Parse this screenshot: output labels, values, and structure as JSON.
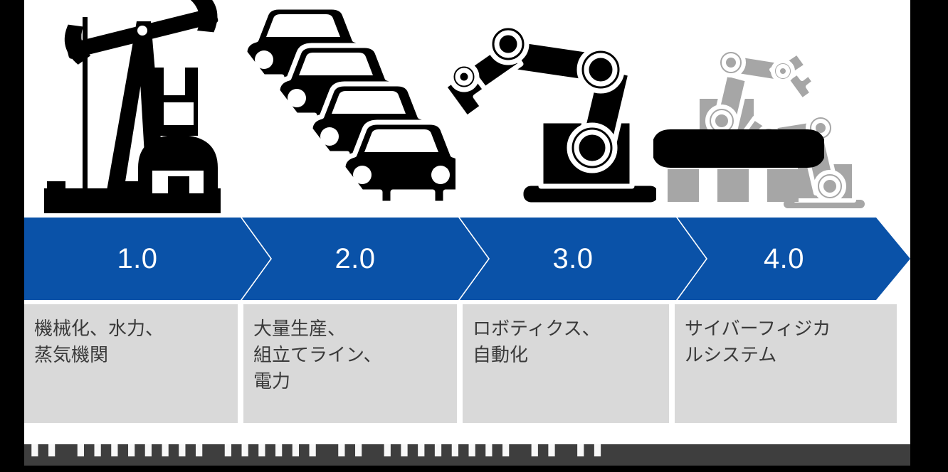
{
  "slide": {
    "background_color": "#ffffff",
    "frame_color": "#000000",
    "accent_color": "#0A52A8",
    "card_color": "#D9D9D9",
    "card_text_color": "#3A3A3A",
    "icon_dark_color": "#000000",
    "icon_light_color": "#A6A6A6"
  },
  "stages": [
    {
      "id": "stage-1",
      "label": "1.0",
      "description": "機械化、水力、\n蒸気機関",
      "icon": "oil-pumpjack-icon"
    },
    {
      "id": "stage-2",
      "label": "2.0",
      "description": "大量生産、\n組立てライン、\n電力",
      "icon": "cars-assembly-icon"
    },
    {
      "id": "stage-3",
      "label": "3.0",
      "description": "ロボティクス、\n自動化",
      "icon": "robot-arm-icon"
    },
    {
      "id": "stage-4",
      "label": "4.0",
      "description": "サイバーフィジカ\nルシステム",
      "icon": "dual-robot-arms-icon"
    }
  ],
  "footer": {
    "clipped_text": "▮▮ ▮▮▮▮▮▮▮▮ ▮▮▮▮▮▮ ▮▮ ▮▮▮▮▮▮▮▮ ▮▮ ▮▮"
  }
}
